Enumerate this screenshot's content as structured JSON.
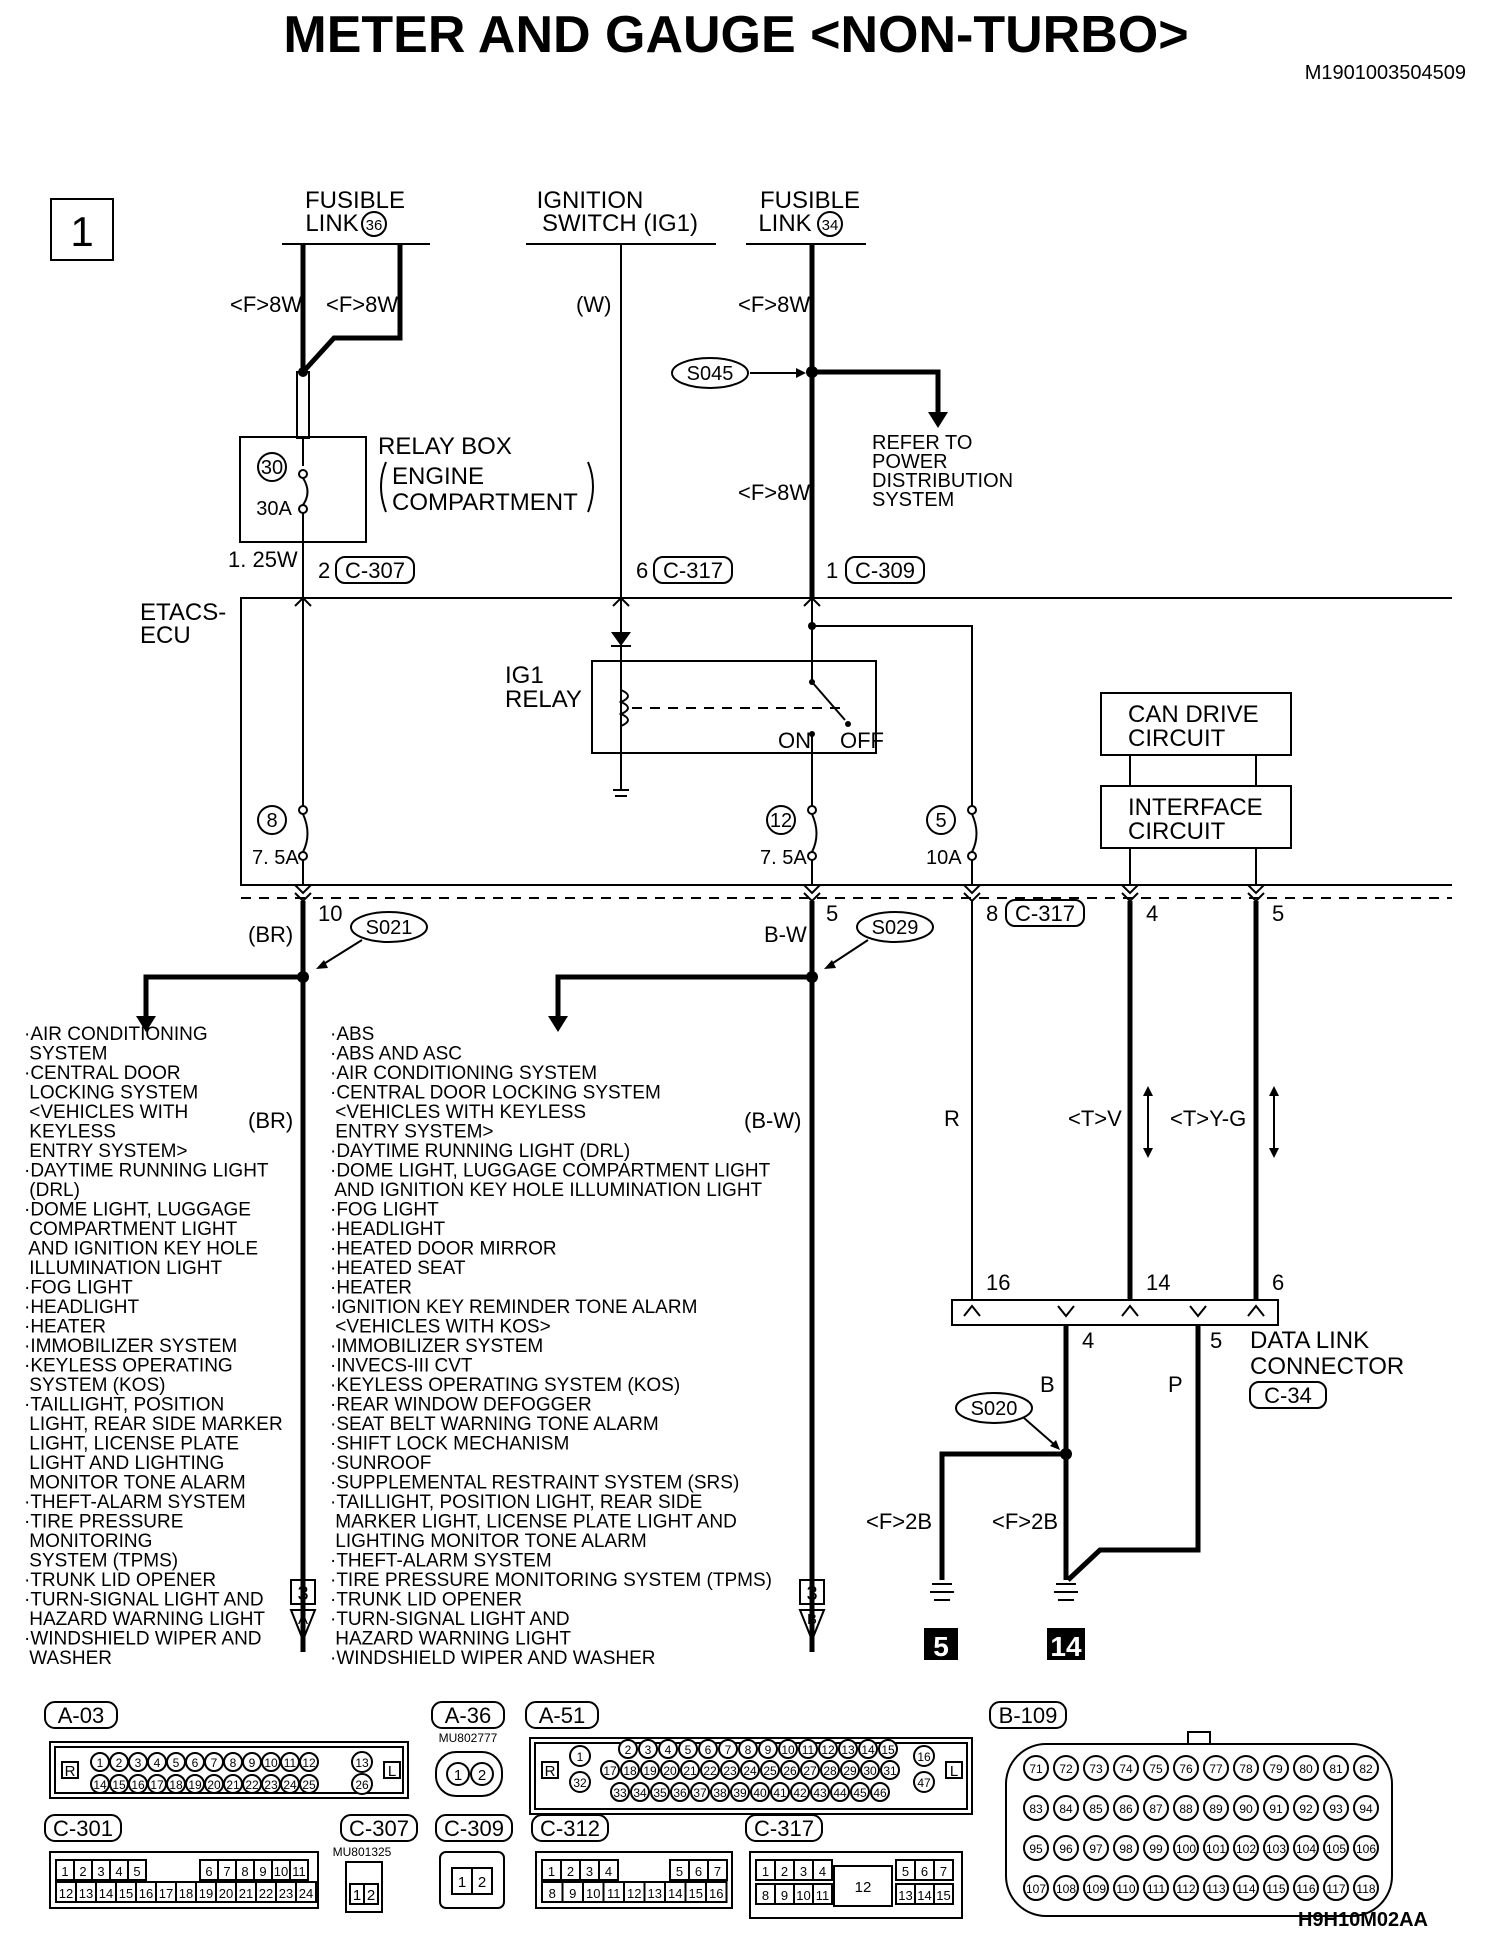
{
  "title": "METER AND GAUGE <NON-TURBO>",
  "doc_id": "M1901003504509",
  "page_index": "1",
  "figure_code": "H9H10M02AA",
  "sources": {
    "fusible_link_36": {
      "line1": "FUSIBLE",
      "line2": "LINK",
      "num": "36"
    },
    "ignition_switch": {
      "line1": "IGNITION",
      "line2": "SWITCH (IG1)"
    },
    "fusible_link_34": {
      "line1": "FUSIBLE",
      "line2": "LINK",
      "num": "34"
    }
  },
  "wires": {
    "f8w_a": "<F>8W",
    "f8w_b": "<F>8W",
    "w": "(W)",
    "f8w_c": "<F>8W",
    "f8w_d": "<F>8W",
    "w125": "1. 25W",
    "br1": "(BR)",
    "bw1": "B-W",
    "br2": "(BR)",
    "bw2": "(B-W)",
    "r": "R",
    "tv": "<T>V",
    "tyg": "<T>Y-G",
    "b": "B",
    "p": "P",
    "f2b_a": "<F>2B",
    "f2b_b": "<F>2B"
  },
  "splices": {
    "s045": "S045",
    "s021": "S021",
    "s029": "S029",
    "s020": "S020"
  },
  "refer": {
    "l1": "REFER TO",
    "l2": "POWER",
    "l3": "DISTRIBUTION",
    "l4": "SYSTEM"
  },
  "relay_box": {
    "title": "RELAY BOX",
    "sub1": "ENGINE",
    "sub2": "COMPARTMENT",
    "fuse_num": "30",
    "fuse_amp": "30A"
  },
  "connectors": {
    "p2": "2",
    "c307": "C-307",
    "p6": "6",
    "c317": "C-317",
    "p1": "1",
    "c309": "C-309",
    "p10": "10",
    "p5": "5",
    "p8": "8",
    "c317b": "C-317",
    "p4": "4",
    "p5b": "5",
    "p16": "16",
    "p14": "14",
    "p6b": "6",
    "p4b": "4",
    "p5c": "5"
  },
  "etacs": {
    "l1": "ETACS-",
    "l2": "ECU"
  },
  "ig1_relay": {
    "l1": "IG1",
    "l2": "RELAY",
    "on": "ON",
    "off": "OFF"
  },
  "fuses": {
    "f8": {
      "num": "8",
      "amp": "7. 5A"
    },
    "f12": {
      "num": "12",
      "amp": "7. 5A"
    },
    "f5": {
      "num": "5",
      "amp": "10A"
    }
  },
  "can_drive": {
    "l1": "CAN DRIVE",
    "l2": "CIRCUIT"
  },
  "interface": {
    "l1": "INTERFACE",
    "l2": "CIRCUIT"
  },
  "data_link": {
    "l1": "DATA LINK",
    "l2": "CONNECTOR",
    "code": "C-34"
  },
  "grounds": {
    "g5": "5",
    "g14": "14"
  },
  "refs": {
    "a_num": "3",
    "a_letter": "A",
    "b_num": "3",
    "b_letter": "B"
  },
  "list_left": [
    "·AIR CONDITIONING",
    " SYSTEM",
    "·CENTRAL DOOR",
    " LOCKING SYSTEM",
    " <VEHICLES WITH",
    " KEYLESS",
    " ENTRY SYSTEM>",
    "·DAYTIME RUNNING LIGHT",
    " (DRL)",
    "·DOME LIGHT, LUGGAGE",
    " COMPARTMENT LIGHT",
    " AND IGNITION KEY HOLE",
    " ILLUMINATION LIGHT",
    "·FOG LIGHT",
    "·HEADLIGHT",
    "·HEATER",
    "·IMMOBILIZER SYSTEM",
    "·KEYLESS OPERATING",
    " SYSTEM (KOS)",
    "·TAILLIGHT, POSITION",
    " LIGHT, REAR SIDE MARKER",
    " LIGHT, LICENSE PLATE",
    " LIGHT AND LIGHTING",
    " MONITOR TONE ALARM",
    "·THEFT-ALARM SYSTEM",
    "·TIRE PRESSURE",
    " MONITORING",
    " SYSTEM (TPMS)",
    "·TRUNK LID OPENER",
    "·TURN-SIGNAL LIGHT AND",
    " HAZARD WARNING LIGHT",
    "·WINDSHIELD WIPER AND",
    " WASHER"
  ],
  "list_right": [
    "·ABS",
    "·ABS AND ASC",
    "·AIR CONDITIONING SYSTEM",
    "·CENTRAL DOOR LOCKING SYSTEM",
    " <VEHICLES WITH KEYLESS",
    " ENTRY SYSTEM>",
    "·DAYTIME RUNNING LIGHT (DRL)",
    "·DOME LIGHT, LUGGAGE COMPARTMENT LIGHT",
    " AND IGNITION KEY HOLE ILLUMINATION LIGHT",
    "·FOG LIGHT",
    "·HEADLIGHT",
    "·HEATED DOOR MIRROR",
    "·HEATED SEAT",
    "·HEATER",
    "·IGNITION KEY REMINDER TONE ALARM",
    " <VEHICLES WITH KOS>",
    "·IMMOBILIZER SYSTEM",
    "·INVECS-III CVT",
    "·KEYLESS OPERATING SYSTEM (KOS)",
    "·REAR WINDOW DEFOGGER",
    "·SEAT BELT WARNING TONE ALARM",
    "·SHIFT LOCK MECHANISM",
    "·SUNROOF",
    "·SUPPLEMENTAL RESTRAINT SYSTEM (SRS)",
    "·TAILLIGHT, POSITION LIGHT, REAR SIDE",
    " MARKER LIGHT, LICENSE PLATE LIGHT AND",
    " LIGHTING MONITOR TONE ALARM",
    "·THEFT-ALARM SYSTEM",
    "·TIRE PRESSURE MONITORING SYSTEM (TPMS)",
    "·TRUNK LID OPENER",
    "·TURN-SIGNAL LIGHT AND",
    " HAZARD WARNING LIGHT",
    "·WINDSHIELD WIPER AND WASHER"
  ],
  "conn_views": {
    "a03": "A-03",
    "a36": "A-36",
    "a36_part": "MU802777",
    "a51": "A-51",
    "b109": "B-109",
    "c301": "C-301",
    "c307": "C-307",
    "c307_part": "MU801325",
    "c309": "C-309",
    "c312": "C-312",
    "c317": "C-317",
    "r_mark": "R",
    "l_mark": "L",
    "c317_big": "12"
  }
}
